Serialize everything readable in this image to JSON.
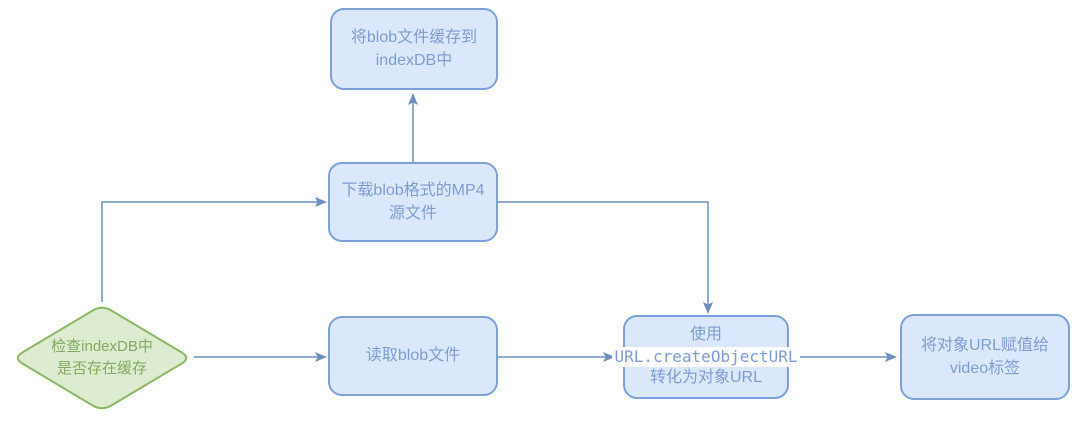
{
  "diagram_title": "blob MP4 caching and playback flow",
  "colors": {
    "process_fill": "#dbe8fc",
    "process_border": "#7ea0d8",
    "process_text": "#7d9cd4",
    "decision_fill": "#ddebd1",
    "decision_border": "#8cb866",
    "decision_text": "#83a95f",
    "arrow": "#6f8fc0",
    "background": "#ffffff"
  },
  "nodes": {
    "check_cache": {
      "type": "decision",
      "label": "检查indexDB中\n是否存在缓存"
    },
    "cache_blob": {
      "type": "process",
      "label": "将blob文件缓存到\nindexDB中"
    },
    "download_mp4": {
      "type": "process",
      "label": "下载blob格式的MP4\n源文件"
    },
    "read_blob": {
      "type": "process",
      "label": "读取blob文件"
    },
    "create_object_url": {
      "type": "process",
      "line1": "使用",
      "code": "URL.createObjectURL",
      "line3": "转化为对象URL"
    },
    "assign_video": {
      "type": "process",
      "label": "将对象URL赋值给\nvideo标签"
    }
  },
  "edges": [
    {
      "from": "check_cache",
      "to": "download_mp4"
    },
    {
      "from": "download_mp4",
      "to": "cache_blob"
    },
    {
      "from": "download_mp4",
      "to": "create_object_url"
    },
    {
      "from": "check_cache",
      "to": "read_blob"
    },
    {
      "from": "read_blob",
      "to": "create_object_url"
    },
    {
      "from": "create_object_url",
      "to": "assign_video"
    }
  ]
}
